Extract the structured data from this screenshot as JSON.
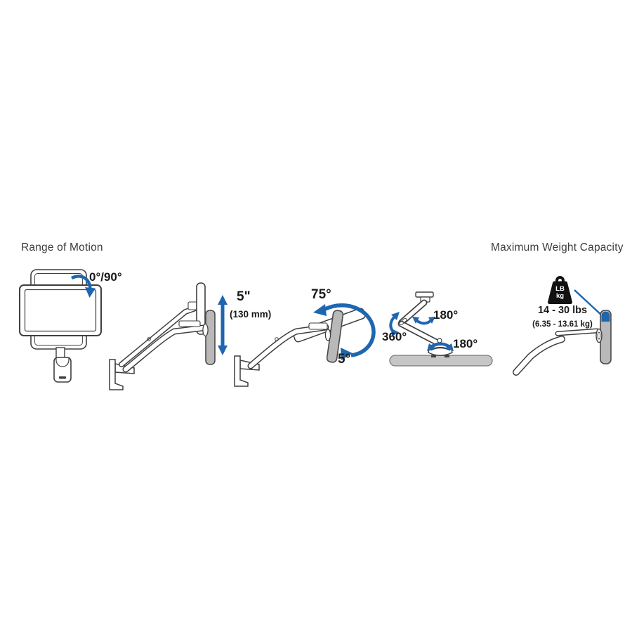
{
  "colors": {
    "accent_blue": "#1e66b0",
    "line_art": "#3f3f3f",
    "monitor_gray": "#b9b9b9",
    "surface_gray": "#c6c6c6",
    "heading_text": "#3d3d3d",
    "label_text": "#1a1a1a",
    "weight_icon": "#111111"
  },
  "sections": {
    "range_of_motion": {
      "heading": "Range of Motion",
      "figures": {
        "rotation": {
          "label": "0°/90°"
        },
        "lift": {
          "label_primary": "5\"",
          "label_secondary": "(130 mm)"
        },
        "tilt": {
          "label_up": "75°",
          "label_down": "5°"
        },
        "pan": {
          "label_swivel": "360°",
          "label_arm": "180°",
          "label_base": "180°"
        }
      }
    },
    "weight_capacity": {
      "heading": "Maximum Weight Capacity",
      "weight_icon": {
        "line1": "LB",
        "line2": "kg"
      },
      "range_lbs": "14 - 30 lbs",
      "range_kg": "(6.35 - 13.61 kg)"
    }
  }
}
